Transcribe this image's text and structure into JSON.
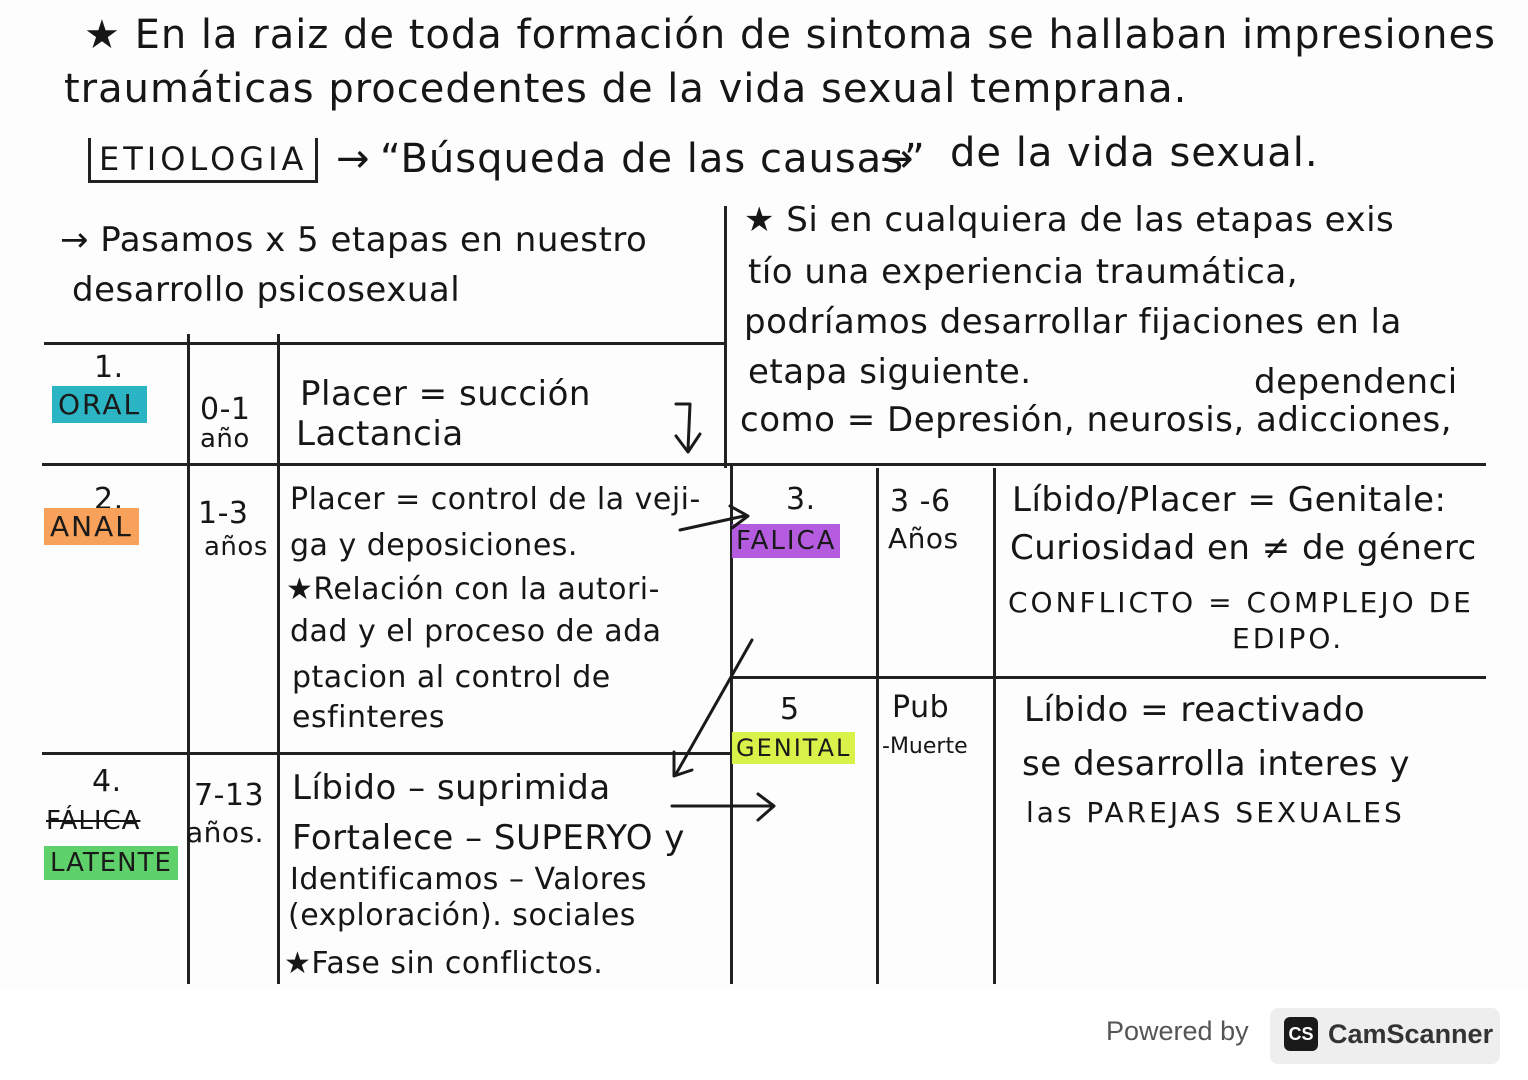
{
  "intro": {
    "line1": "★ En la raiz de toda formación de sintoma se hallaban impresiones",
    "line2": "traumáticas procedentes de la vida sexual temprana."
  },
  "etiologia": {
    "box": "ETIOLOGIA",
    "arrow1": "→",
    "phrase": "“Búsqueda de las causas”",
    "arrow2": "→",
    "tail": "de la vida sexual."
  },
  "left_intro": {
    "line1": "→ Pasamos x 5 etapas en nuestro",
    "line2": "desarrollo psicosexual"
  },
  "right_note": {
    "line1": "★ Si en cualquiera de las etapas exis",
    "line2": "tío una experiencia traumática,",
    "line3": "podríamos desarrollar fijaciones en la",
    "line4": "etapa siguiente.",
    "dependency": "dependenci",
    "line5": "como = Depresión, neurosis, adicciones,"
  },
  "stages": {
    "oral": {
      "num": "1.",
      "name": "ORAL",
      "age1": "0-1",
      "age2": "año",
      "desc1": "Placer = succión",
      "desc2": "Lactancia",
      "color": "#2bb5c4"
    },
    "anal": {
      "num": "2.",
      "name": "ANAL",
      "age1": "1-3",
      "age2": "años",
      "desc1": "Placer = control de la veji-",
      "desc2": "ga y deposiciones.",
      "desc3": "★Relación con la autori-",
      "desc4": "dad y el proceso de ada",
      "desc5": "ptacion al control de",
      "desc6": "esfinteres",
      "color": "#f7a15a"
    },
    "falica": {
      "num": "3.",
      "name": "FALICA",
      "age1": "3 -6",
      "age2": "Años",
      "desc1": "Líbido/Placer = Genitale:",
      "desc2": "Curiosidad en ≠ de génerc",
      "desc3": "CONFLICTO = COMPLEJO DE",
      "desc4": "EDIPO.",
      "color": "#b45be0"
    },
    "latente": {
      "num": "4.",
      "crossed": "FÁLICA",
      "name": "LATENTE",
      "age1": "7-13",
      "age2": "años.",
      "desc1": "Líbido – suprimida",
      "desc2": "Fortalece – SUPERYO y",
      "desc3": "Identificamos – Valores",
      "desc4": "(exploración).   sociales",
      "desc5": "★Fase sin conflictos.",
      "color": "#5fd16a"
    },
    "genital": {
      "num": "5",
      "name": "GENITAL",
      "age1": "Pub",
      "age2": "-Muerte",
      "desc1": "Líbido = reactivado",
      "desc2": "se desarrolla interes y",
      "desc3": "las PAREJAS SEXUALES",
      "color": "#d9f24a"
    }
  },
  "footer": {
    "powered_by": "Powered by",
    "brand_mark": "CS",
    "brand": "CamScanner"
  }
}
